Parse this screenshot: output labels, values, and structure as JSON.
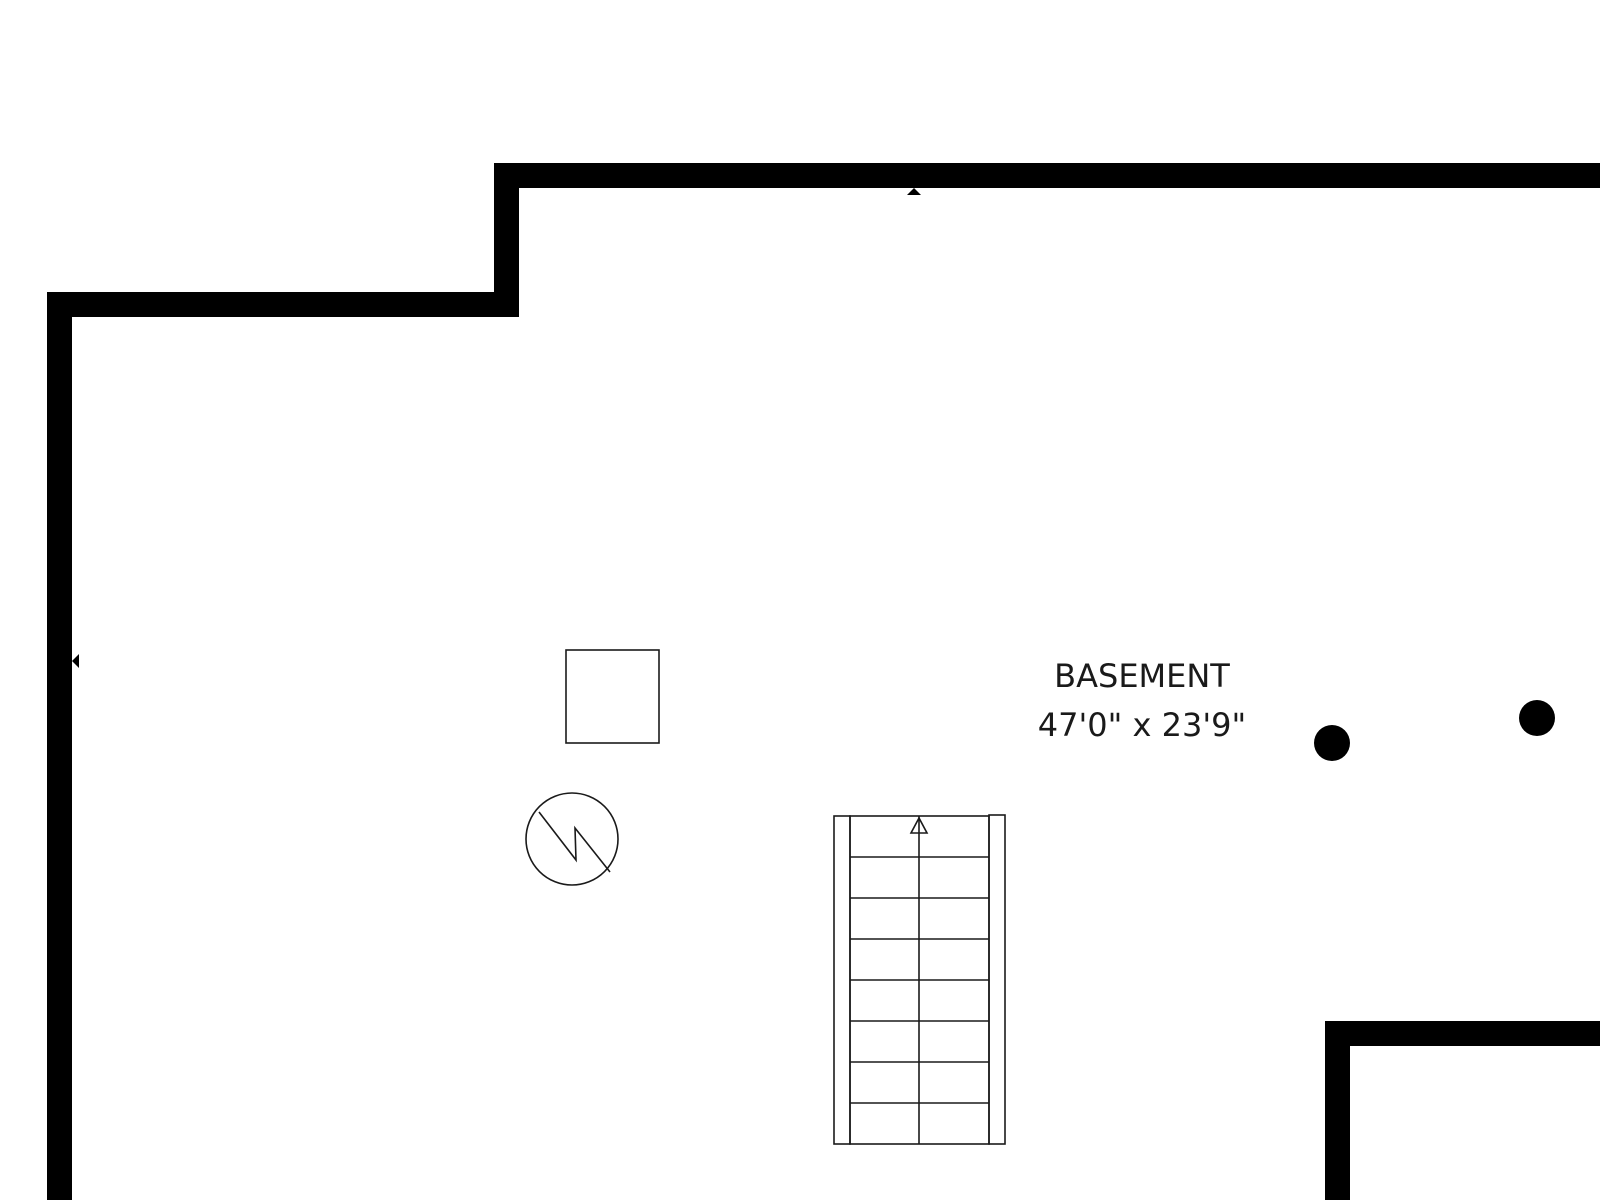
{
  "room": {
    "name": "BASEMENT",
    "dimensions": "47'0\" x 23'9\""
  },
  "colors": {
    "wall": "#000000",
    "line": "#1a1a1a",
    "background": "#ffffff"
  },
  "stair": {
    "steps": 8,
    "direction": "up"
  },
  "icons": [
    "wall-marker-icon",
    "utility-box-icon",
    "water-heater-icon",
    "stairs-up-arrow-icon",
    "support-column-icon"
  ]
}
